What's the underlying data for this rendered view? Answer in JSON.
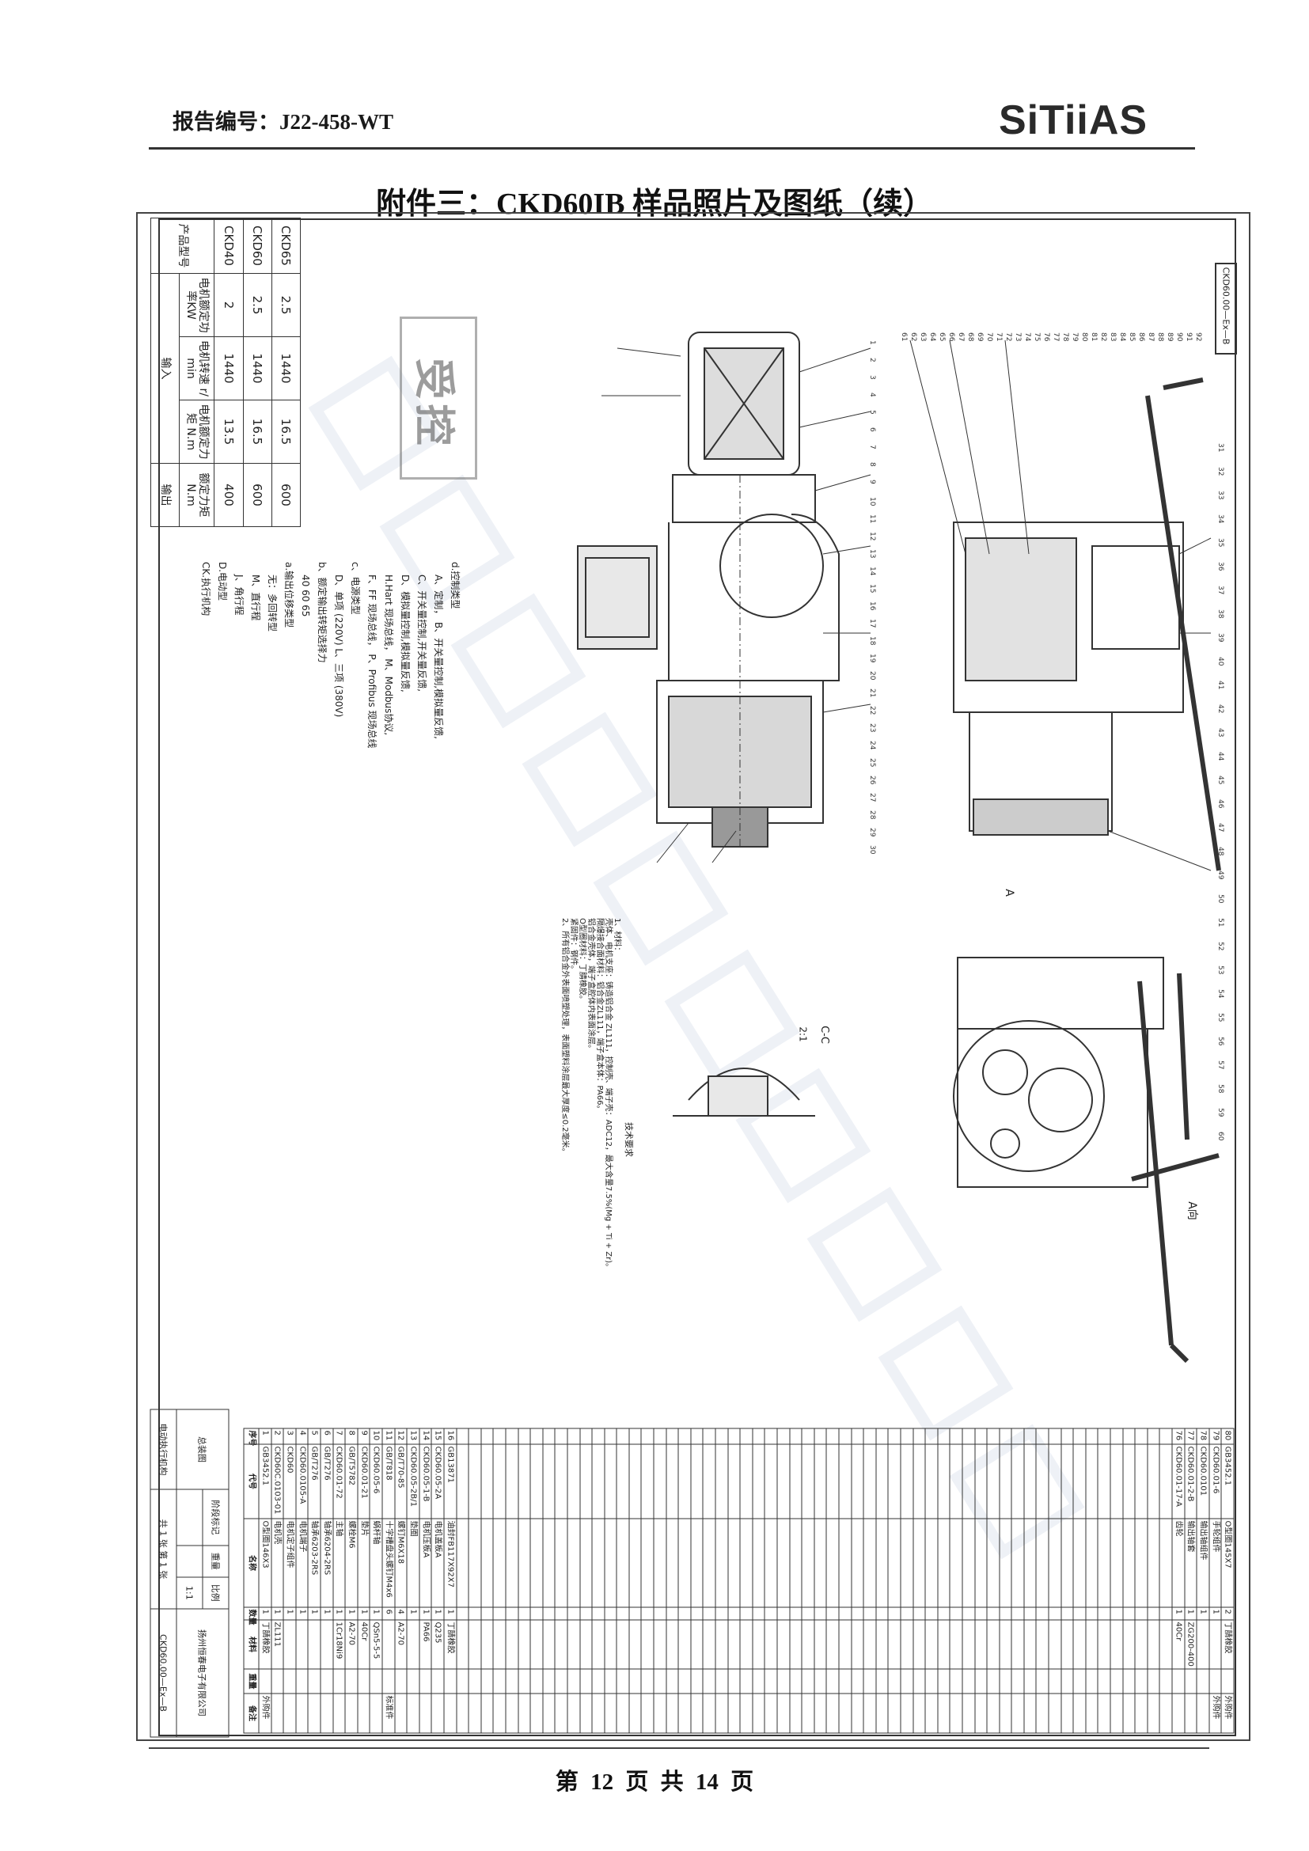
{
  "header": {
    "report_number": "报告编号：J22-458-WT",
    "logo_text": "SiTiiAS"
  },
  "title": "附件三：CKD60IB 样品照片及图纸（续）",
  "footer": "第 12 页  共 14 页",
  "drawing": {
    "drawing_number": "CKD60.00—Ex—B",
    "stamp_text": "受控",
    "watermark_text": "扬州恒春电子有限公司",
    "spec_table": {
      "product_model_label": "产品型号",
      "input_label": "输入",
      "output_label": "输出",
      "col_power": "电机额定功率KW",
      "col_speed": "电机转速 r/min",
      "col_motor_torque": "电机额定力矩 N.m",
      "col_rated_torque": "额定力矩 N.m",
      "rows": [
        {
          "model": "CKD65",
          "power": "2.5",
          "speed": "1440",
          "motor_torque": "16.5",
          "rated_torque": "600"
        },
        {
          "model": "CKD60",
          "power": "2.5",
          "speed": "1440",
          "motor_torque": "16.5",
          "rated_torque": "600"
        },
        {
          "model": "CKD40",
          "power": "2",
          "speed": "1440",
          "motor_torque": "13.5",
          "rated_torque": "400"
        }
      ]
    },
    "type_designation": [
      "d.控制类型",
      "A、定制，    B、开关量控制,模拟量反馈,",
      "C、开关量控制,开关量反馈,",
      "D、模拟量控制,模拟量反馈,",
      "H.Hart 现场总线，  M、Modbus协议,",
      "F、FF 现场总线，  P、Profibus 现场总线",
      "c、电源类型",
      "D、单项 (220V)      L、三项 (380V)",
      "b、额定输出转矩选择力",
      "40    60    65",
      "a.输出位移类型",
      "无：多回转型",
      "M、直行程",
      "J、角行程",
      "D.电动型",
      "CK.执行机构"
    ],
    "notes": {
      "heading": "技术要求",
      "lines": [
        "1、材料：",
        "   壳体、电机支座：铸造铝合金 ZL111，控制壳、端子壳：ADC12，最大含量7.5%(Mg + Ti + Zr)。",
        "   隔爆接合面材料：铝合金ZL111，端子盒本体：PA66。",
        "   铝合金壳体，端子盒腔体内表面涂层。",
        "   O型圈材料：丁腈橡胶。",
        "   紧固件：钢件。",
        "2、所有铝合金外表面喷塑处理，表面塑料涂层最大厚度≤0.2毫米。"
      ]
    },
    "parts_list": {
      "headers": {
        "no": "序号",
        "code": "代号",
        "name": "名称",
        "qty": "数量",
        "material": "材料",
        "weight": "重量",
        "remark": "备注"
      },
      "rows": [
        {
          "no": "80",
          "code": "GB3452.1",
          "name": "O型圈145X7",
          "qty": "2",
          "material": "丁腈橡胶",
          "remark": "外购件"
        },
        {
          "no": "79",
          "code": "CKD60.01-6",
          "name": "手轮组件",
          "qty": "1",
          "material": "",
          "remark": "外购件"
        },
        {
          "no": "78",
          "code": "CKD60.0101",
          "name": "输出轴组件",
          "qty": "1",
          "material": "",
          "remark": ""
        },
        {
          "no": "77",
          "code": "CKD60.01-2-B",
          "name": "输出轴套",
          "qty": "1",
          "material": "ZG200-400",
          "remark": ""
        },
        {
          "no": "76",
          "code": "CKD60.01-17-A",
          "name": "齿轮",
          "qty": "1",
          "material": "40Cr",
          "remark": ""
        },
        {
          "no": "16",
          "code": "GB13871",
          "name": "油封FB117X92X7",
          "qty": "1",
          "material": "丁腈橡胶",
          "remark": ""
        },
        {
          "no": "15",
          "code": "CKD60.05-2A",
          "name": "电机盖板A",
          "qty": "1",
          "material": "Q235",
          "remark": ""
        },
        {
          "no": "14",
          "code": "CKD60.05-1-B",
          "name": "电机压板A",
          "qty": "1",
          "material": "PA66",
          "remark": ""
        },
        {
          "no": "13",
          "code": "CKD60.05-2B/1",
          "name": "垫圈",
          "qty": "1",
          "material": "",
          "remark": ""
        },
        {
          "no": "12",
          "code": "GB/T70-85",
          "name": "螺钉M6X18",
          "qty": "4",
          "material": "A2-70",
          "remark": ""
        },
        {
          "no": "11",
          "code": "GB/T818",
          "name": "十字槽盘头螺钉M4x6",
          "qty": "6",
          "material": "",
          "remark": "标准件"
        },
        {
          "no": "10",
          "code": "CKD60.05-6",
          "name": "蜗杆轴",
          "qty": "1",
          "material": "QSn5-5-5",
          "remark": ""
        },
        {
          "no": "9",
          "code": "CKD60.01-21",
          "name": "垫片",
          "qty": "1",
          "material": "40Cr",
          "remark": ""
        },
        {
          "no": "8",
          "code": "GB/T5782",
          "name": "螺栓M6",
          "qty": "1",
          "material": "A2-70",
          "remark": ""
        },
        {
          "no": "7",
          "code": "CKD60.01-72",
          "name": "主轴",
          "qty": "1",
          "material": "1Cr18Ni9",
          "remark": ""
        },
        {
          "no": "6",
          "code": "GB/T276",
          "name": "轴承6204-2RS",
          "qty": "1",
          "material": "",
          "remark": ""
        },
        {
          "no": "5",
          "code": "GB/T276",
          "name": "轴承6203-2RS",
          "qty": "1",
          "material": "",
          "remark": ""
        },
        {
          "no": "4",
          "code": "CKD60.0105-A",
          "name": "电机端子",
          "qty": "1",
          "material": "",
          "remark": ""
        },
        {
          "no": "3",
          "code": "CKD60",
          "name": "电机定子组件",
          "qty": "1",
          "material": "",
          "remark": ""
        },
        {
          "no": "2",
          "code": "CKD60C.0103-01",
          "name": "电机壳",
          "qty": "1",
          "material": "ZL111",
          "remark": ""
        },
        {
          "no": "1",
          "code": "GB3452.1",
          "name": "O型圈146X3",
          "qty": "1",
          "material": "丁腈橡胶",
          "remark": "外购件"
        }
      ]
    },
    "title_block": {
      "drawing_type": "总装图",
      "company": "扬州恒春电子有限公司",
      "product_name": "电动执行机构",
      "drawing_code": "CKD60.00—Ex—B",
      "sheet": "共 1 张   第 1 张",
      "scale": "1:1",
      "scale_label": "比例",
      "weight_label": "重量",
      "stage_label": "阶段标记"
    },
    "balloons": [
      "1",
      "2",
      "3",
      "4",
      "5",
      "6",
      "7",
      "8",
      "9",
      "10",
      "11",
      "12",
      "13",
      "14",
      "15",
      "16",
      "17",
      "18",
      "19",
      "20",
      "21",
      "22",
      "23",
      "24",
      "25",
      "26",
      "27",
      "28",
      "29",
      "30",
      "31",
      "32",
      "33",
      "34",
      "35",
      "36",
      "37",
      "38",
      "39",
      "40",
      "41",
      "42",
      "43",
      "44",
      "45",
      "46",
      "47",
      "48",
      "49",
      "50",
      "51",
      "52",
      "53",
      "54",
      "55",
      "56",
      "57",
      "58",
      "59",
      "60",
      "61",
      "62",
      "63",
      "64",
      "65",
      "66",
      "67",
      "68",
      "69",
      "70",
      "71",
      "72",
      "73",
      "74",
      "75",
      "76",
      "77",
      "78",
      "79",
      "80",
      "81",
      "82",
      "83",
      "84",
      "85",
      "86",
      "87",
      "88",
      "89",
      "90",
      "91",
      "92"
    ],
    "view_labels": {
      "section": "C-C",
      "scale_note": "2:1",
      "view_a": "A向",
      "arrow_a": "A"
    }
  }
}
